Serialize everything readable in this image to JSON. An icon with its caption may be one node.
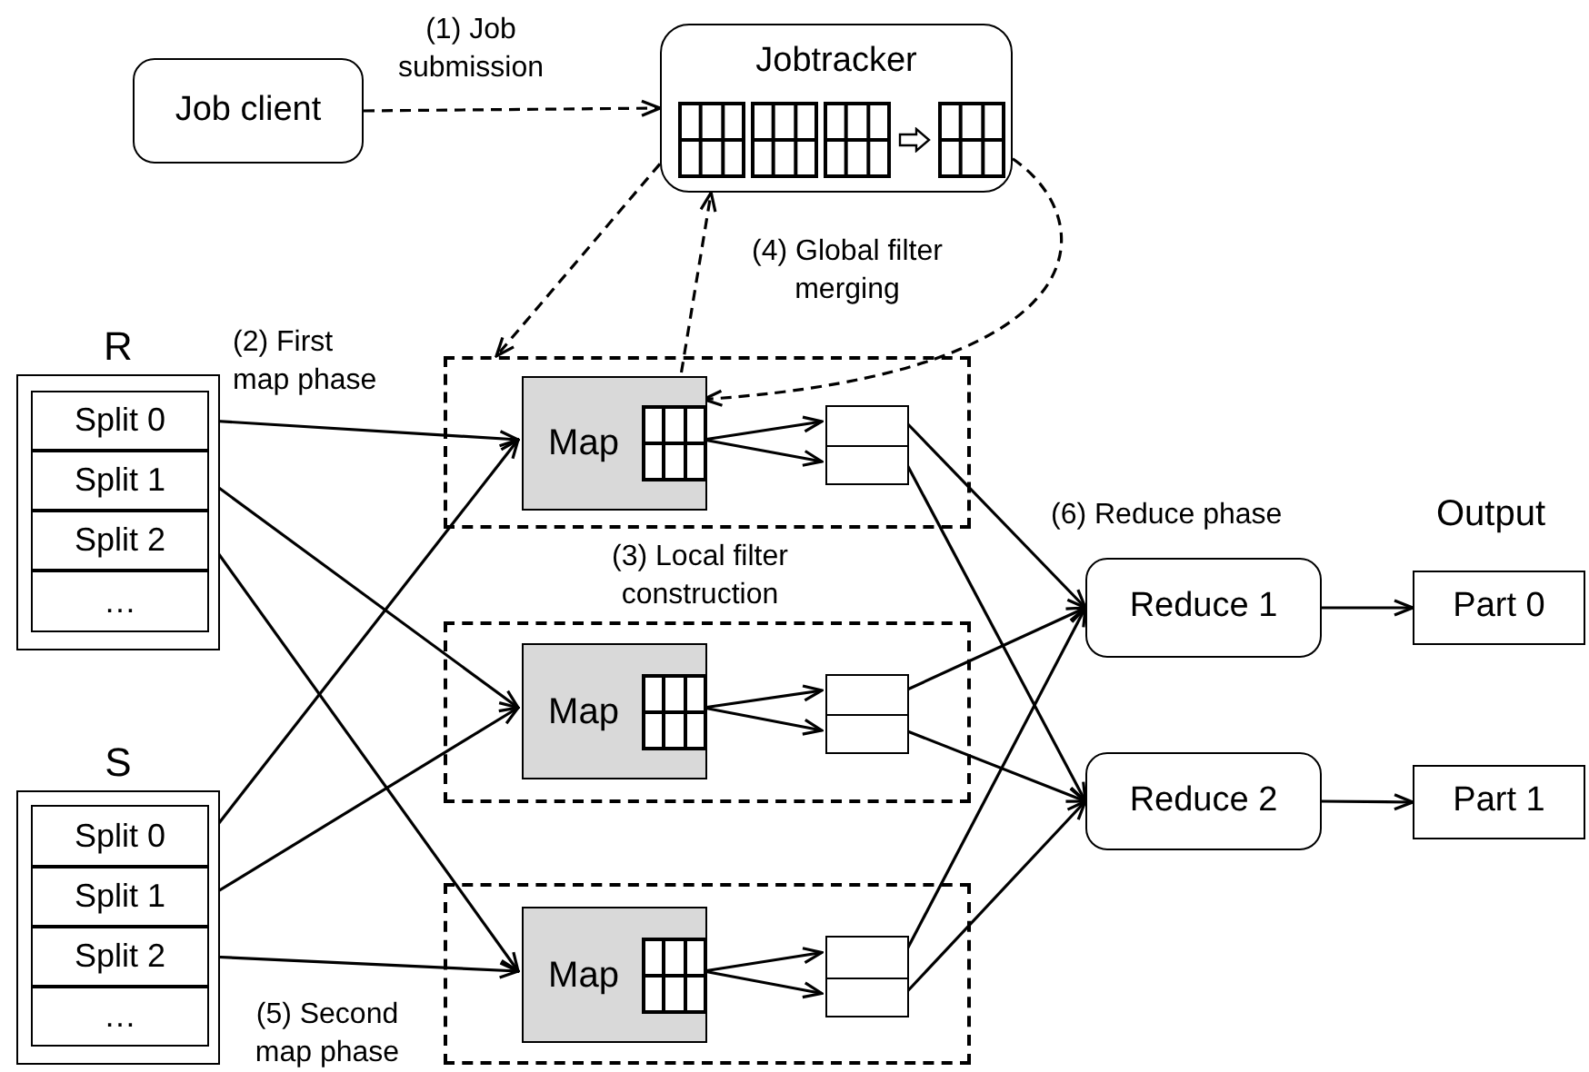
{
  "diagram": {
    "nodes": [
      {
        "text": [
          "Job client"
        ]
      },
      {
        "text": [
          "Jobtracker"
        ]
      },
      {
        "text": [
          "R"
        ]
      },
      {
        "text": [
          "Split 0"
        ],
        "in": 2
      },
      {
        "text": [
          "Split 1"
        ],
        "in": 2
      },
      {
        "text": [
          "Split 2"
        ],
        "in": 2
      },
      {
        "text": [
          "…"
        ],
        "in": 2
      },
      {
        "text": [
          "S"
        ]
      },
      {
        "text": [
          "Split 0"
        ],
        "in": 7
      },
      {
        "text": [
          "Split 1"
        ],
        "in": 7
      },
      {
        "text": [
          "Split 2"
        ],
        "in": 7
      },
      {
        "text": [
          "…"
        ],
        "in": 7
      },
      {
        "text": [],
        "shape": "box"
      },
      {
        "text": [
          "Map"
        ],
        "in": 12
      },
      {
        "text": [],
        "shape": "box",
        "in": 12
      },
      {
        "text": [],
        "shape": "box"
      },
      {
        "text": [
          "Map"
        ],
        "in": 15
      },
      {
        "text": [],
        "shape": "box",
        "in": 15
      },
      {
        "text": [],
        "shape": "box"
      },
      {
        "text": [
          "Map"
        ],
        "in": 18
      },
      {
        "text": [],
        "shape": "box",
        "in": 18
      },
      {
        "text": [
          "Reduce 1"
        ]
      },
      {
        "text": [
          "Reduce 2"
        ]
      },
      {
        "text": [
          "Part 0"
        ]
      },
      {
        "text": [
          "Part 1"
        ]
      }
    ],
    "edges": [
      {
        "from": 0,
        "to": 1,
        "arrow": "to",
        "style": "dashed",
        "label": "(1) Job submission"
      },
      {
        "from": 1,
        "to": 12,
        "arrow": "to",
        "style": "dashed"
      },
      {
        "from": 13,
        "to": 1,
        "arrow": "to",
        "style": "dashed"
      },
      {
        "from": 1,
        "to": 13,
        "arrow": "to",
        "style": "dashed"
      },
      {
        "from": 3,
        "to": 13,
        "arrow": "to"
      },
      {
        "from": 4,
        "to": 16,
        "arrow": "to"
      },
      {
        "from": 5,
        "to": 19,
        "arrow": "to"
      },
      {
        "from": 8,
        "to": 13,
        "arrow": "to"
      },
      {
        "from": 9,
        "to": 16,
        "arrow": "to"
      },
      {
        "from": 10,
        "to": 19,
        "arrow": "to"
      },
      {
        "from": 13,
        "to": 14,
        "arrow": "to"
      },
      {
        "from": 13,
        "to": 14,
        "arrow": "to"
      },
      {
        "from": 16,
        "to": 17,
        "arrow": "to"
      },
      {
        "from": 16,
        "to": 17,
        "arrow": "to"
      },
      {
        "from": 19,
        "to": 20,
        "arrow": "to"
      },
      {
        "from": 19,
        "to": 20,
        "arrow": "to"
      },
      {
        "from": 14,
        "to": 21,
        "arrow": "to"
      },
      {
        "from": 14,
        "to": 22,
        "arrow": "to"
      },
      {
        "from": 17,
        "to": 21,
        "arrow": "to"
      },
      {
        "from": 17,
        "to": 22,
        "arrow": "to"
      },
      {
        "from": 20,
        "to": 21,
        "arrow": "to"
      },
      {
        "from": 20,
        "to": 22,
        "arrow": "to"
      },
      {
        "from": 21,
        "to": 23,
        "arrow": "to"
      },
      {
        "from": 22,
        "to": 24,
        "arrow": "to"
      }
    ],
    "labels": [
      "(2) First map phase",
      "(4) Global filter merging",
      "(3) Local filter construction",
      "(6) Reduce phase",
      "Output",
      "(5) Second map phase"
    ]
  }
}
